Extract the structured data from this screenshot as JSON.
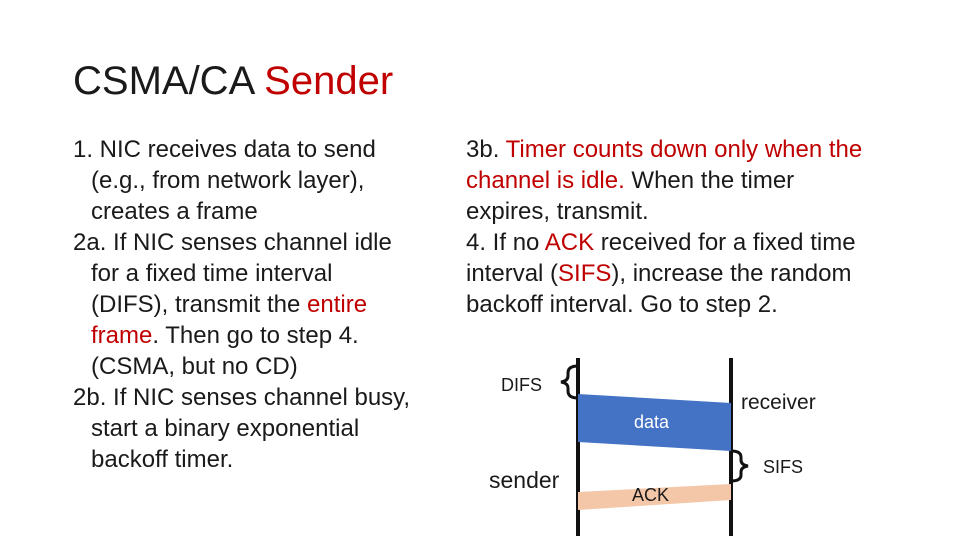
{
  "title": {
    "main": "CSMA/CA",
    "accent": "Sender"
  },
  "left": {
    "s1_l1": "1. NIC receives data to send",
    "s1_l2": "(e.g., from network layer),",
    "s1_l3": "creates a frame",
    "s2a_l1": "2a. If NIC senses channel idle",
    "s2a_l2": "for a fixed time interval",
    "s2a_l3a": "(DIFS), transmit the ",
    "s2a_l3b": "entire",
    "s2a_l4a": "frame",
    "s2a_l4b": ". Then go to step 4.",
    "s2a_l5": "(CSMA, but no CD)",
    "s2b_l1": "2b. If NIC senses channel busy,",
    "s2b_l2": "start a binary exponential",
    "s2b_l3": "backoff timer."
  },
  "right": {
    "s3b_l1a": "3b. ",
    "s3b_l1b": "Timer counts down only when the",
    "s3b_l2a": "channel is idle.",
    "s3b_l2b": " When the timer",
    "s3b_l3": "expires, transmit.",
    "s4_l1a": "4. If no ",
    "s4_l1b": "ACK",
    "s4_l1c": " received for a fixed time",
    "s4_l2a": "interval (",
    "s4_l2b": "SIFS",
    "s4_l2c": "), increase the random",
    "s4_l3": "backoff interval. Go to step 2."
  },
  "diagram": {
    "difs": "DIFS",
    "receiver": "receiver",
    "data": "data",
    "sifs": "SIFS",
    "sender": "sender",
    "ack": "ACK"
  },
  "colors": {
    "accent": "#c00000",
    "data_arrow": "#4472c4",
    "ack_arrow": "#f4c7a8",
    "text": "#1a1a1a"
  }
}
